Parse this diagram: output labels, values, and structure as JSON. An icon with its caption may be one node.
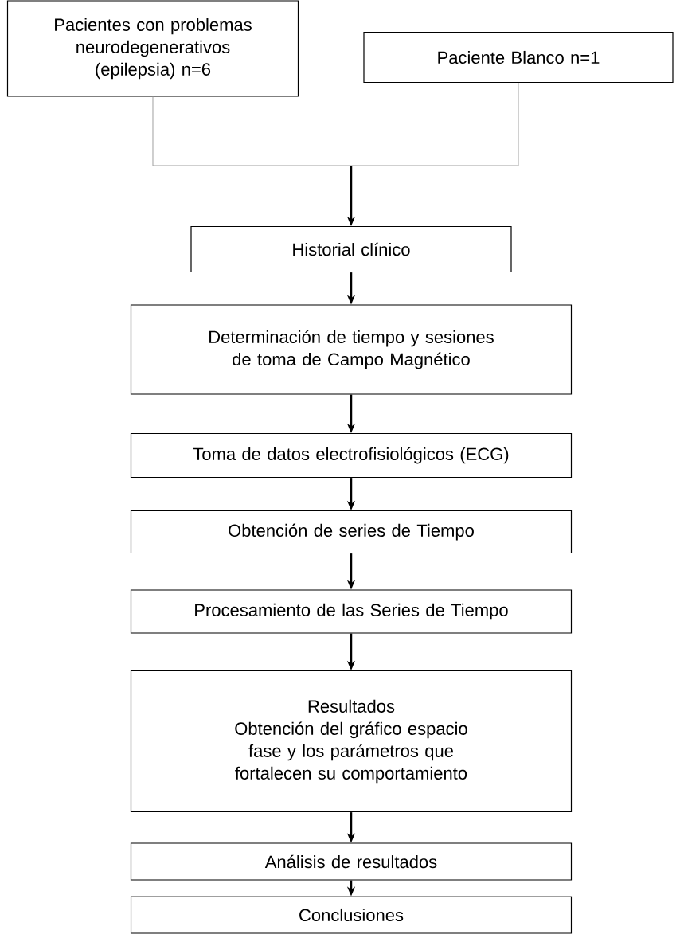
{
  "diagram": {
    "nodes": [
      {
        "text": [
          "Pacientes con problemas neurodegenerativos (epilepsia) n=6"
        ]
      },
      {
        "text": [
          "Paciente Blanco n=1"
        ]
      },
      {
        "text": [
          "Historial clínico"
        ]
      },
      {
        "text": [
          "Determinación de tiempo y sesiones de toma de Campo Magnético"
        ]
      },
      {
        "text": [
          "Toma de datos electrofisiológicos (ECG)"
        ]
      },
      {
        "text": [
          "Obtención de series de Tiempo"
        ]
      },
      {
        "text": [
          "Procesamiento de las Series de Tiempo"
        ]
      },
      {
        "text": [
          "Resultados",
          "Obtención del gráfico espacio fase y los parámetros que fortalecen su comportamiento"
        ]
      },
      {
        "text": [
          "Análisis de resultados"
        ]
      },
      {
        "text": [
          "Conclusiones"
        ]
      }
    ],
    "edges": [
      {
        "from": 0,
        "to": 2,
        "arrow": "to",
        "color": "#a0a0a0"
      },
      {
        "from": 1,
        "to": 2,
        "arrow": "to",
        "color": "#a0a0a0"
      },
      {
        "from": 2,
        "to": 3,
        "arrow": "to"
      },
      {
        "from": 3,
        "to": 4,
        "arrow": "to"
      },
      {
        "from": 4,
        "to": 5,
        "arrow": "to"
      },
      {
        "from": 5,
        "to": 6,
        "arrow": "to"
      },
      {
        "from": 6,
        "to": 7,
        "arrow": "to"
      },
      {
        "from": 7,
        "to": 8,
        "arrow": "to"
      },
      {
        "from": 8,
        "to": 9,
        "arrow": "to"
      }
    ]
  }
}
